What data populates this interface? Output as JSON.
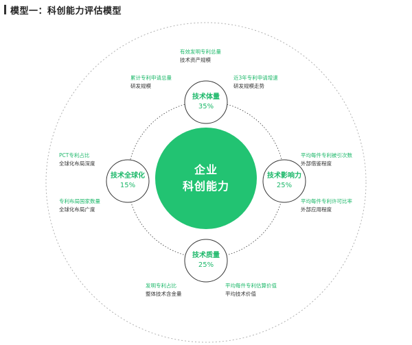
{
  "header": {
    "title": "模型一：科创能力评估模型"
  },
  "colors": {
    "accent": "#1db86a",
    "center_fill": "#22c372",
    "dotted_ring": "#b0b0b0",
    "node_stroke": "#333333"
  },
  "center": {
    "line1": "企业",
    "line2": "科创能力"
  },
  "nodes": {
    "top": {
      "name": "技术体量",
      "weight": "35%"
    },
    "right": {
      "name": "技术影响力",
      "weight": "25%"
    },
    "bottom": {
      "name": "技术质量",
      "weight": "25%"
    },
    "left": {
      "name": "技术全球化",
      "weight": "15%"
    }
  },
  "metrics": {
    "top_1": {
      "title": "有效发明专利总量",
      "desc": "技术资产规模"
    },
    "top_2": {
      "title": "累计专利申请总量",
      "desc": "研发规模"
    },
    "top_3": {
      "title": "近3年专利申请增速",
      "desc": "研发规模走势"
    },
    "right_1": {
      "title": "平均每件专利被引次数",
      "desc": "外部借鉴程度"
    },
    "right_2": {
      "title": "平均每件专利许可比率",
      "desc": "外部应用程度"
    },
    "bottom_1": {
      "title": "发明专利占比",
      "desc": "整体技术含金量"
    },
    "bottom_2": {
      "title": "平均每件专利估算价值",
      "desc": "平均技术价值"
    },
    "left_1": {
      "title": "PCT专利占比",
      "desc": "全球化布局深度"
    },
    "left_2": {
      "title": "专利布局国家数量",
      "desc": "全球化布局广度"
    }
  }
}
